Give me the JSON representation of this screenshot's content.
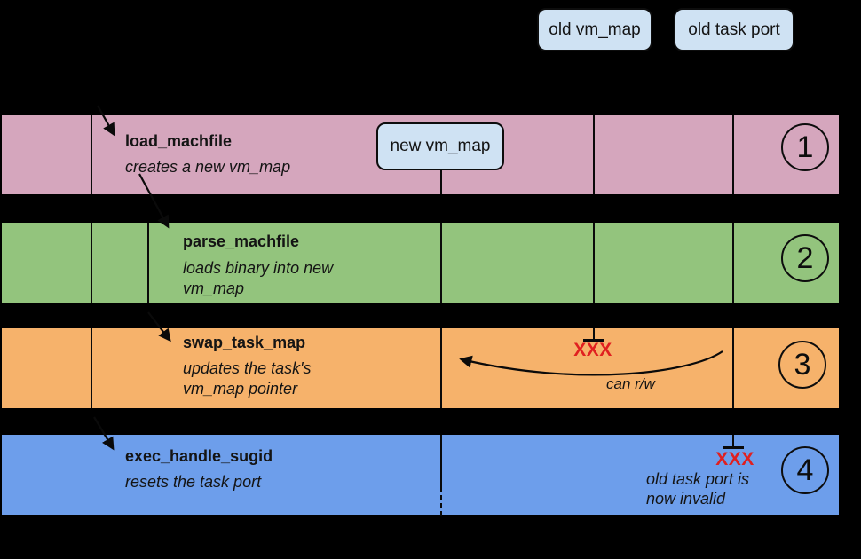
{
  "chips": {
    "old_vm_map": "old vm_map",
    "old_task_port": "old task port",
    "new_vm_map": "new vm_map"
  },
  "rows": [
    {
      "number": "1",
      "function": "load_machfile",
      "description_lines": [
        "creates a new vm_map"
      ],
      "color": "#d5a6bd"
    },
    {
      "number": "2",
      "function": "parse_machfile",
      "description_lines": [
        "loads binary into new",
        "vm_map"
      ],
      "color": "#93c47d"
    },
    {
      "number": "3",
      "function": "swap_task_map",
      "description_lines": [
        "updates the task's",
        "vm_map pointer"
      ],
      "killed_marker": "XXX",
      "annotation": "can r/w",
      "color": "#f6b26b"
    },
    {
      "number": "4",
      "function": "exec_handle_sugid",
      "description_lines": [
        "resets the task port"
      ],
      "killed_marker": "XXX",
      "note_lines": [
        "old task port is",
        "now invalid"
      ],
      "color": "#6d9eeb"
    }
  ],
  "colors": {
    "background": "#000000",
    "band_1": "#d5a6bd",
    "band_2": "#93c47d",
    "band_3": "#f6b26b",
    "band_4": "#6d9eeb",
    "chip_fill": "#cfe2f3",
    "line": "#0a0a0a",
    "killed_marker": "#e02020"
  }
}
